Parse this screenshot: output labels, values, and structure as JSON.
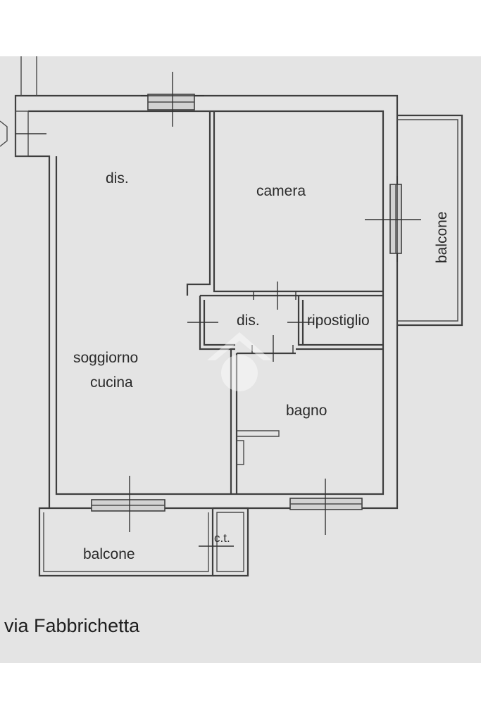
{
  "rooms": {
    "dis_top": "dis.",
    "camera": "camera",
    "balcone_right": "balcone",
    "dis_center": "dis.",
    "ripostiglio": "ripostiglio",
    "soggiorno_line1": "soggiorno",
    "soggiorno_line2": "cucina",
    "bagno": "bagno",
    "balcone_bottom": "balcone",
    "ct": "c.t."
  },
  "street": "via Fabbrichetta",
  "colors": {
    "background": "#e4e4e4",
    "walls": "#3e3e3e",
    "text": "#2a2a2a"
  }
}
